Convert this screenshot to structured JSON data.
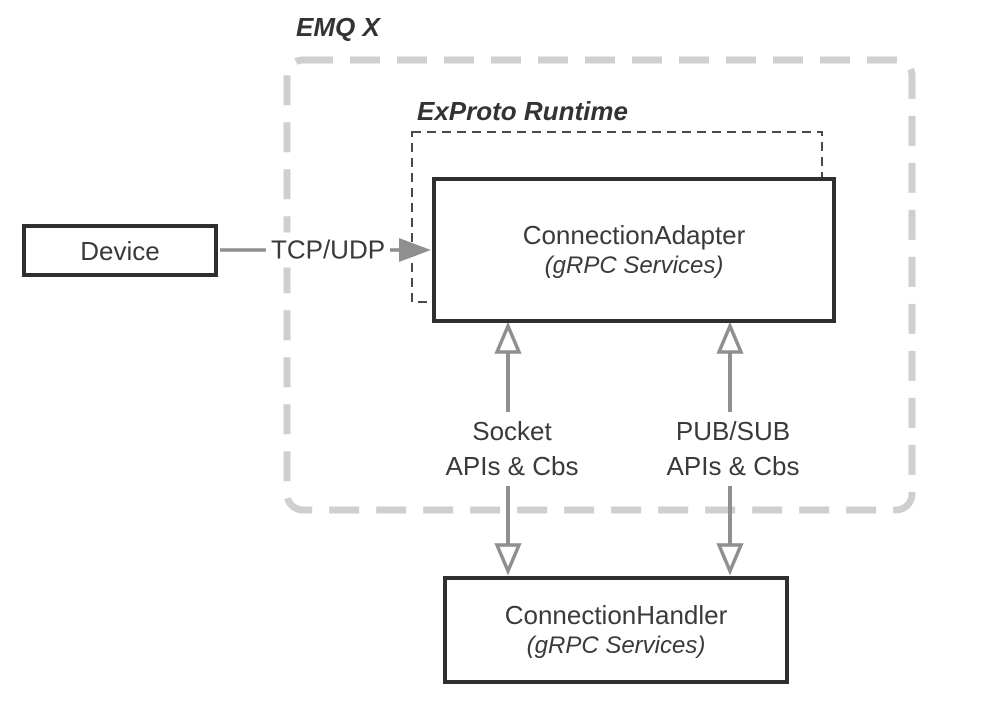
{
  "diagram": {
    "title": "EMQ X",
    "runtime_label": "ExProto Runtime",
    "nodes": {
      "device": {
        "label": "Device"
      },
      "adapter": {
        "title": "ConnectionAdapter",
        "subtitle": "(gRPC Services)"
      },
      "handler": {
        "title": "ConnectionHandler",
        "subtitle": "(gRPC Services)"
      }
    },
    "edges": {
      "tcp_udp": {
        "label": "TCP/UDP"
      },
      "socket": {
        "line1": "Socket",
        "line2": "APIs & Cbs"
      },
      "pubsub": {
        "line1": "PUB/SUB",
        "line2": "APIs & Cbs"
      }
    },
    "colors": {
      "background": "#ffffff",
      "box_border": "#2f2f2f",
      "text": "#3a3a3a",
      "arrow": "#8f8f8f",
      "outer_dashed_border": "#cfcfcf",
      "inner_dashed_border": "#4a4a4a"
    }
  }
}
